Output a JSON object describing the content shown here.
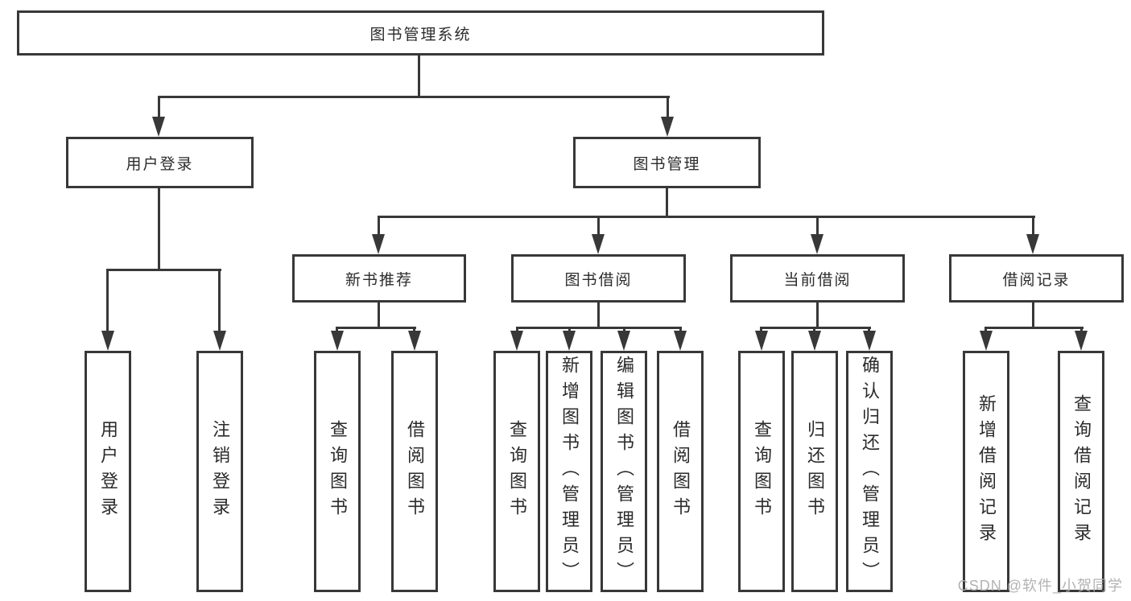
{
  "diagram": {
    "title": "图书管理系统",
    "root": {
      "label": "图书管理系统"
    },
    "level2": [
      {
        "label": "用户登录"
      },
      {
        "label": "图书管理"
      }
    ],
    "level3": [
      {
        "label": "新书推荐",
        "parent": "图书管理"
      },
      {
        "label": "图书借阅",
        "parent": "图书管理"
      },
      {
        "label": "当前借阅",
        "parent": "图书管理"
      },
      {
        "label": "借阅记录",
        "parent": "图书管理"
      }
    ],
    "leaves": [
      {
        "label": "用户登录",
        "parent": "用户登录"
      },
      {
        "label": "注销登录",
        "parent": "用户登录"
      },
      {
        "label": "查询图书",
        "parent": "新书推荐"
      },
      {
        "label": "借阅图书",
        "parent": "新书推荐"
      },
      {
        "label": "查询图书",
        "parent": "图书借阅"
      },
      {
        "label": "新增图书（管理员）",
        "parent": "图书借阅"
      },
      {
        "label": "编辑图书（管理员）",
        "parent": "图书借阅"
      },
      {
        "label": "借阅图书",
        "parent": "图书借阅"
      },
      {
        "label": "查询图书",
        "parent": "当前借阅"
      },
      {
        "label": "归还图书",
        "parent": "当前借阅"
      },
      {
        "label": "确认归还（管理员）",
        "parent": "当前借阅"
      },
      {
        "label": "新增借阅记录",
        "parent": "借阅记录"
      },
      {
        "label": "查询借阅记录",
        "parent": "借阅记录"
      }
    ]
  },
  "colors": {
    "line": "#383838",
    "box_border": "#383838",
    "text": "#2b2b2b",
    "watermark": "#afafaf",
    "background": "#ffffff"
  },
  "watermark": {
    "text": "CSDN @软件_小贺同学"
  }
}
